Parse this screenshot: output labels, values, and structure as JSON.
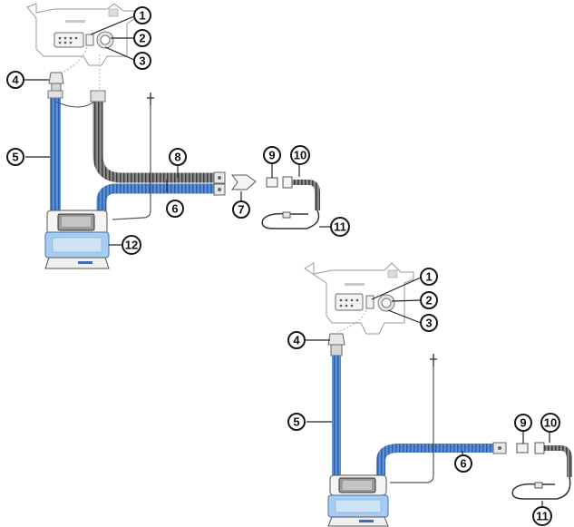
{
  "colors": {
    "tube_blue": "#5b8fd6",
    "tube_blue_dark": "#2f5fa8",
    "tube_gray": "#7a7a7a",
    "tube_gray_dark": "#3c3c3c",
    "chamber_blue": "#a9cdf0",
    "callout_stroke": "#1a1a1a"
  },
  "configurations": [
    {
      "callouts": [
        {
          "id": "c1",
          "label": "1"
        },
        {
          "id": "c2",
          "label": "2"
        },
        {
          "id": "c3",
          "label": "3"
        },
        {
          "id": "c4",
          "label": "4"
        },
        {
          "id": "c5",
          "label": "5"
        },
        {
          "id": "c6",
          "label": "6"
        },
        {
          "id": "c7",
          "label": "7"
        },
        {
          "id": "c8",
          "label": "8"
        },
        {
          "id": "c9",
          "label": "9"
        },
        {
          "id": "c10",
          "label": "10"
        },
        {
          "id": "c11",
          "label": "11"
        },
        {
          "id": "c12",
          "label": "12"
        }
      ]
    },
    {
      "callouts": [
        {
          "id": "c1",
          "label": "1"
        },
        {
          "id": "c2",
          "label": "2"
        },
        {
          "id": "c3",
          "label": "3"
        },
        {
          "id": "c4",
          "label": "4"
        },
        {
          "id": "c5",
          "label": "5"
        },
        {
          "id": "c6",
          "label": "6"
        },
        {
          "id": "c9",
          "label": "9"
        },
        {
          "id": "c10",
          "label": "10"
        },
        {
          "id": "c11",
          "label": "11"
        }
      ]
    }
  ]
}
